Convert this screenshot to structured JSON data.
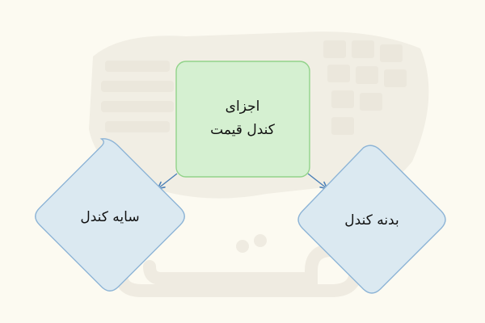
{
  "diagram": {
    "root": {
      "line1": "اجزای",
      "line2": "کندل قیمت"
    },
    "left_child": {
      "label": "سایه کندل"
    },
    "right_child": {
      "label": "بدنه کندل"
    }
  },
  "colors": {
    "background": "#fcfaf1",
    "root_fill": "#d5f0d1",
    "root_stroke": "#92d38a",
    "child_fill": "#dbe9f1",
    "child_stroke": "#8db4d6",
    "arrow": "#4a7fb7",
    "watermark": "#eeeae0"
  }
}
